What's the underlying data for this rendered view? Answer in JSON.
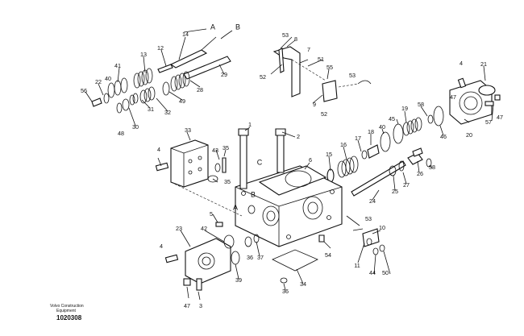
{
  "labels": [
    "1",
    "2",
    "3",
    "4",
    "5",
    "6",
    "7",
    "8",
    "9",
    "10",
    "11",
    "12",
    "13",
    "14",
    "15",
    "16",
    "17",
    "18",
    "19",
    "20",
    "21",
    "22",
    "23",
    "24",
    "25",
    "26",
    "27",
    "28",
    "29",
    "30",
    "31",
    "32",
    "33",
    "34",
    "35",
    "36",
    "37",
    "38",
    "39",
    "40",
    "41",
    "42",
    "43",
    "44",
    "45",
    "46",
    "47",
    "48",
    "49",
    "50",
    "51",
    "52",
    "53",
    "54",
    "55",
    "56",
    "57",
    "58"
  ],
  "letters": {
    "a": "A",
    "b": "B",
    "c": "C"
  },
  "footer": {
    "line1": "Volvo Construction",
    "line2": "Equipment",
    "drawing_id": "1020308"
  }
}
